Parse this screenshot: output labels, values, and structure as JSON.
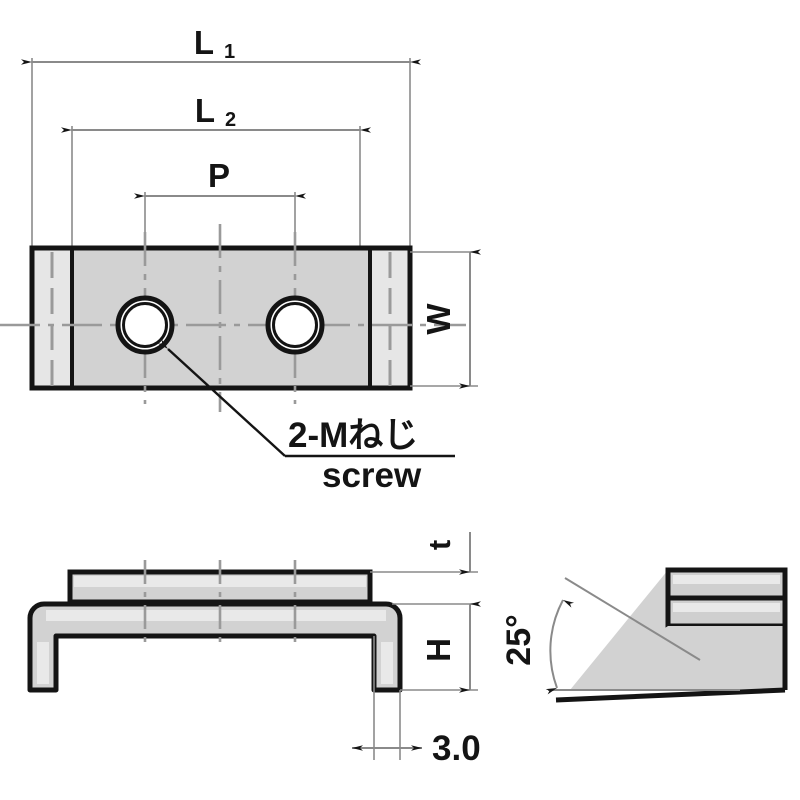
{
  "drawing": {
    "title": "Mounting bracket / clamp technical drawing",
    "background_color": "#ffffff",
    "line_color": "#141414",
    "thin_line_color": "#7a7a7a",
    "fill_color": "#d2d2d2",
    "fill_color_light": "#e2e2e2"
  },
  "top_view": {
    "name": "top-view",
    "dimensions": {
      "overall_length": {
        "label": "L",
        "subscript": "1"
      },
      "inner_length": {
        "label": "L",
        "subscript": "2"
      },
      "hole_pitch": {
        "label": "P",
        "subscript": ""
      },
      "width": {
        "label": "W",
        "subscript": ""
      }
    },
    "callout": {
      "line1": "2-Mねじ",
      "line2": "screw"
    },
    "hole_count": 2
  },
  "side_view": {
    "name": "side-view",
    "dimensions": {
      "thickness": {
        "label": "t",
        "subscript": ""
      },
      "height": {
        "label": "H",
        "subscript": ""
      },
      "leg_thickness": {
        "label": "3.0",
        "subscript": ""
      }
    }
  },
  "angle_detail": {
    "name": "angle-detail-view",
    "angle": {
      "value": "25",
      "unit": "°",
      "label": "25°"
    }
  }
}
